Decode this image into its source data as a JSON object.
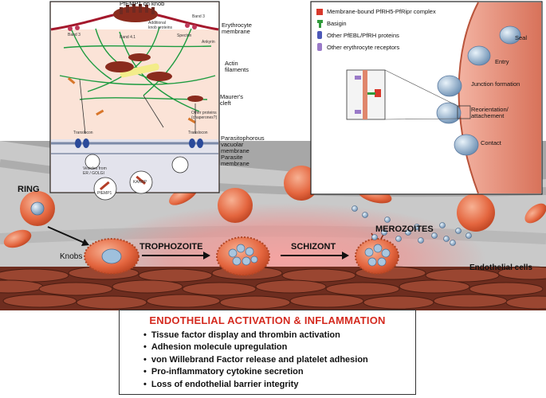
{
  "inset_left": {
    "title": "PfEMP1 on knob",
    "knob_proteins": "Additional\nknob proteins",
    "band3_left": "Band 3",
    "band3_right": "Band 3",
    "spectrin": "Spectrin",
    "band41": "Band 4.1",
    "ankyrin": "Ankyrin",
    "erythrocyte_membrane": "Erythrocyte\nmembrane",
    "actin": "Actin\nfilaments",
    "maurers_cleft": "Maurer's\ncleft",
    "other_proteins": "Other proteins\n(chaperones?)",
    "translocon_left": "Translocon",
    "translocon_right": "Translocon",
    "pv_membrane": "Parasitophorous\nvacuolar\nmembrane",
    "parasite_membrane": "Parasite\nmembrane",
    "vesicles": "Vesicles from\nER / GOLGI",
    "pfemp1_vesicle": "PfEMP1",
    "kahrp": "KAHRP"
  },
  "inset_right": {
    "legend": [
      {
        "label": "Membrane-bound PfRH5-PfRipr complex",
        "color": "#d8382b",
        "icon": "complex-icon"
      },
      {
        "label": "Basigin",
        "color": "#2f9a3a",
        "icon": "basigin-icon"
      },
      {
        "label": "Other PfEBL/PfRH proteins",
        "color": "#4c58b8",
        "icon": "pfebl-icon"
      },
      {
        "label": "Other erythrocyte receptors",
        "color": "#9a7ac8",
        "icon": "receptor-icon"
      }
    ],
    "steps": [
      "Seal",
      "Entry",
      "Junction formation",
      "Reorientation/\nattachement",
      "Contact"
    ]
  },
  "stages": {
    "ring": "RING",
    "knobs": "Knobs",
    "trophozoite": "TROPHOZOITE",
    "schizont": "SCHIZONT",
    "merozoites": "MEROZOITES",
    "endothelial": "Endothelial cells"
  },
  "summary": {
    "title": "ENDOTHELIAL ACTIVATION & INFLAMMATION",
    "items": [
      "Tissue factor display and thrombin activation",
      "Adhesion molecule upregulation",
      "von Willebrand Factor release and platelet adhesion",
      "Pro-inflammatory cytokine secretion",
      "Loss of endothelial barrier integrity"
    ],
    "title_color": "#d42a1f"
  }
}
